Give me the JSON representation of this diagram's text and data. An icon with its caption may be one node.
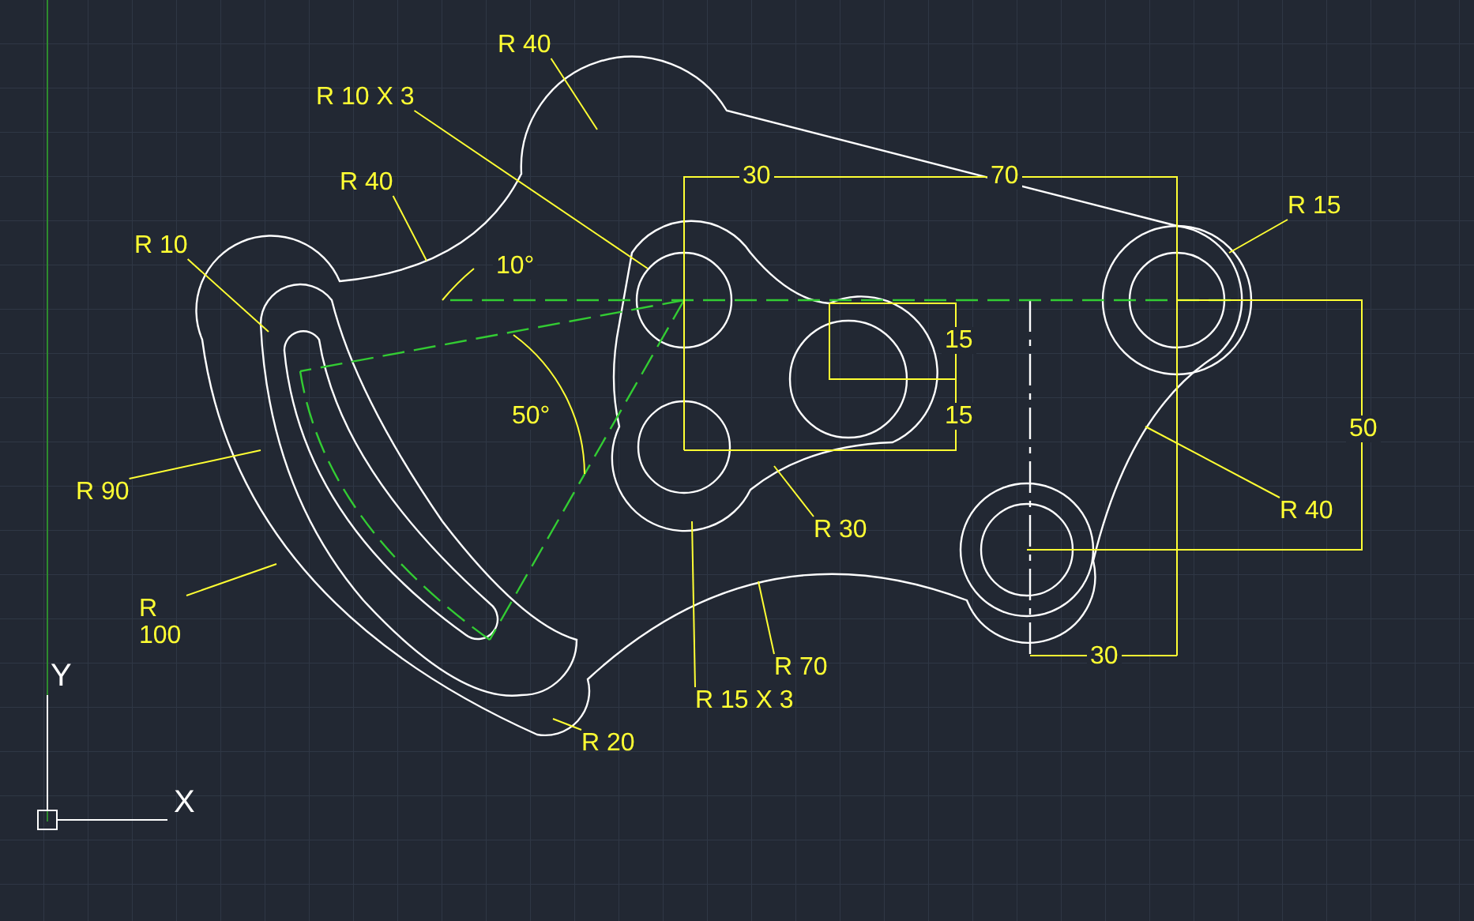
{
  "diagram": {
    "nodes": [
      {
        "text": [
          "R 40"
        ]
      },
      {
        "text": [
          "R 10 X 3"
        ]
      },
      {
        "text": [
          "R 40"
        ]
      },
      {
        "text": [
          "R 10"
        ]
      },
      {
        "text": [
          "R 15"
        ]
      },
      {
        "text": [
          "R 90"
        ]
      },
      {
        "text": [
          "R 40"
        ]
      },
      {
        "text": [
          "R 30"
        ]
      },
      {
        "text": [
          "R 100"
        ]
      },
      {
        "text": [
          "R 70"
        ]
      },
      {
        "text": [
          "R 15 X 3"
        ]
      },
      {
        "text": [
          "R 20"
        ]
      }
    ],
    "edges": [
      {
        "from": 0,
        "to": null,
        "arrow": "none"
      },
      {
        "from": 1,
        "to": null,
        "arrow": "none"
      },
      {
        "from": 2,
        "to": null,
        "arrow": "none"
      },
      {
        "from": 3,
        "to": null,
        "arrow": "none"
      },
      {
        "from": 4,
        "to": null,
        "arrow": "none"
      },
      {
        "from": 5,
        "to": null,
        "arrow": "none"
      },
      {
        "from": 6,
        "to": null,
        "arrow": "none"
      },
      {
        "from": 7,
        "to": null,
        "arrow": "none"
      },
      {
        "from": 8,
        "to": null,
        "arrow": "none"
      },
      {
        "from": 9,
        "to": null,
        "arrow": "none"
      },
      {
        "from": 10,
        "to": null,
        "arrow": "none"
      },
      {
        "from": 11,
        "to": null,
        "arrow": "none"
      }
    ],
    "labels": [
      "30",
      "70",
      "10°",
      "15",
      "15",
      "50°",
      "50",
      "30",
      "Y",
      "X"
    ]
  }
}
